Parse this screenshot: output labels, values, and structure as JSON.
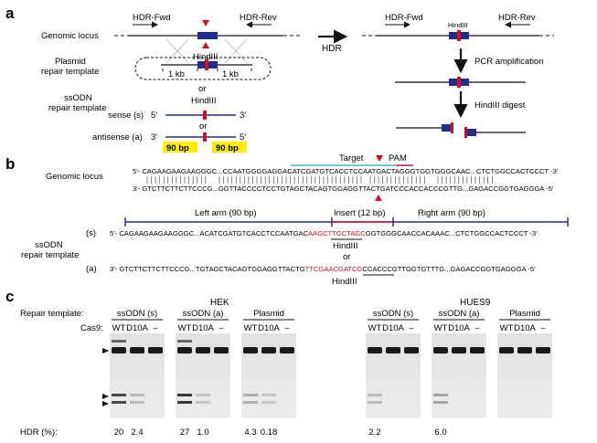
{
  "panel_a": {
    "letter": "a",
    "genomic_locus": "Genomic locus",
    "hdr_fwd": "HDR-Fwd",
    "hdr_rev": "HDR-Rev",
    "plasmid_label_1": "Plasmid",
    "plasmid_label_2": "repair template",
    "hindiii": "HindIII",
    "kb_left": "1 kb",
    "kb_right": "1 kb",
    "or_1": "or",
    "ssodn_label_1": "ssODN",
    "ssodn_label_2": "repair template",
    "sense_label": "sense (s)",
    "sense_5": "5′",
    "sense_3": "3′",
    "or_2": "or",
    "antisense_label": "antisense (a)",
    "antisense_3": "3′",
    "antisense_5": "5′",
    "bp_left": "90 bp",
    "bp_right": "90 bp",
    "hdr_arrow_label": "HDR",
    "right_hdr_fwd": "HDR-Fwd",
    "right_hdr_rev": "HDR-Rev",
    "right_hindiii": "HindIII",
    "pcr_label": "PCR amplification",
    "digest_label": "HindIII digest"
  },
  "panel_b": {
    "letter": "b",
    "target_label": "Target",
    "pam_label": "PAM",
    "genomic_locus": "Genomic locus",
    "top_prefix": "5′-",
    "top_seq_1": "CAGAAGAAGAAGGGC...CCAATGGGGAGGACATCGATG",
    "top_seq_target": "TCACCTCCAATGACTAGGG",
    "top_seq_2": "TGGTGGGCAAC...CTCTGGCCACTCCCT",
    "top_suffix": "-3′",
    "bot_prefix": "3′-",
    "bot_seq": "GTCTTCTTCTTCCCG...GGTTACCCCTCCTGTAGCTACAGTGGAGGTTACTGATCCCACCACCCGTTG...GAGACCGGTGAGGGA",
    "bot_suffix": "-5′",
    "left_arm": "Left arm (90 bp)",
    "insert": "Insert (12 bp)",
    "right_arm": "Right arm (90 bp)",
    "ssodn_label_1": "ssODN",
    "ssodn_label_2": "repair template",
    "s_tag": "(s)",
    "s_prefix": "5′-",
    "s_seq_1": "CAGAAGAAGAAGGGC...ACATCGATGTCACCTCCAATGAC",
    "s_seq_insert": "AAGCTTGCTAGC",
    "s_seq_2": "GGTGGGCAACCACAAAC...CTCTGGCCACTCCCT",
    "s_suffix": "-3′",
    "hindiii_1": "HindIII",
    "or": "or",
    "a_tag": "(a)",
    "a_prefix": "3′-",
    "a_seq_1": "GTCTTCTTCTTCCCG...TGTAGCTACAGTGGAGGTTACTG",
    "a_seq_insert": "TTCGAACGATCG",
    "a_seq_2": "CCACCCGTTGGTGTTTG...GAGACCGGTGAGGGA",
    "a_suffix": "-5′",
    "hindiii_2": "HindIII"
  },
  "panel_c": {
    "letter": "c",
    "repair_template_label": "Repair template:",
    "cas9_label": "Cas9:",
    "hdr_label": "HDR (%):",
    "hek": {
      "title": "HEK",
      "groups": [
        "ssODN (s)",
        "ssODN (a)",
        "Plasmid"
      ],
      "lanes": [
        "WT",
        "D10A",
        "–",
        "WT",
        "D10A",
        "–",
        "WT",
        "D10A",
        "–"
      ],
      "hdr_values": [
        "20",
        "2.4",
        "",
        "27",
        "1.0",
        "",
        "4.3",
        "0.18",
        ""
      ]
    },
    "hues9": {
      "title": "HUES9",
      "groups": [
        "ssODN (s)",
        "ssODN (a)",
        "Plasmid"
      ],
      "lanes": [
        "WT",
        "D10A",
        "–",
        "WT",
        "D10A",
        "–",
        "WT",
        "D10A",
        "–"
      ],
      "hdr_values": [
        "2.2",
        "",
        "",
        "6.0",
        "",
        "",
        "",
        "",
        ""
      ]
    }
  },
  "colors": {
    "template_blue": "#1f2f8f",
    "hindiii_red": "#d01020",
    "target_cyan": "#3cb8d0",
    "pam_red": "#c8102e",
    "highlight_yellow": "#ffee00"
  }
}
